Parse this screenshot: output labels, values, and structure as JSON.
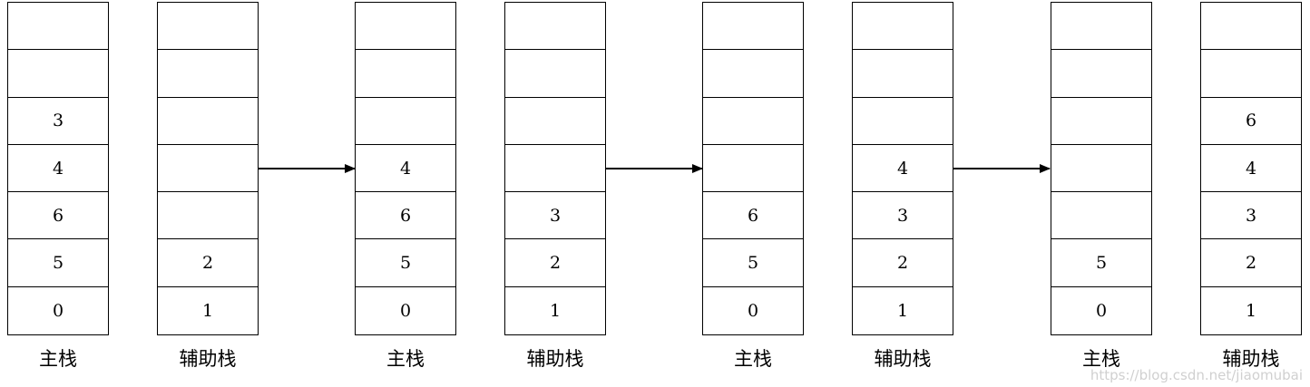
{
  "labels": {
    "main": "主栈",
    "aux": "辅助栈"
  },
  "stacks": [
    {
      "role": "main",
      "cells": [
        "",
        "",
        "3",
        "4",
        "6",
        "5",
        "0"
      ]
    },
    {
      "role": "aux",
      "cells": [
        "",
        "",
        "",
        "",
        "",
        "2",
        "1"
      ]
    },
    {
      "role": "main",
      "cells": [
        "",
        "",
        "",
        "4",
        "6",
        "5",
        "0"
      ]
    },
    {
      "role": "aux",
      "cells": [
        "",
        "",
        "",
        "",
        "3",
        "2",
        "1"
      ]
    },
    {
      "role": "main",
      "cells": [
        "",
        "",
        "",
        "",
        "6",
        "5",
        "0"
      ]
    },
    {
      "role": "aux",
      "cells": [
        "",
        "",
        "",
        "4",
        "3",
        "2",
        "1"
      ]
    },
    {
      "role": "main",
      "cells": [
        "",
        "",
        "",
        "",
        "",
        "5",
        "0"
      ]
    },
    {
      "role": "aux",
      "cells": [
        "",
        "",
        "6",
        "4",
        "3",
        "2",
        "1"
      ]
    }
  ],
  "watermark": "https://blog.csdn.net/jiaomubai",
  "colors": {
    "line": "#000000",
    "background": "#ffffff",
    "watermark": "#c8c8c8"
  }
}
